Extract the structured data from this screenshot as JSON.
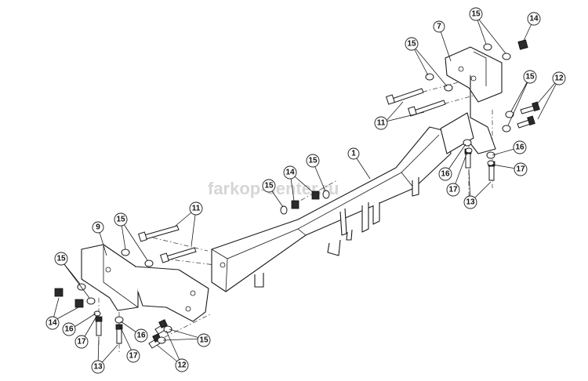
{
  "watermark": "farkop-center.ru",
  "callouts": {
    "p1": "1",
    "p7": "7",
    "p9": "9",
    "p11a": "11",
    "p11b": "11",
    "p12a": "12",
    "p12b": "12",
    "p13a": "13",
    "p13b": "13",
    "p14a": "14",
    "p14b": "14",
    "p14c": "14",
    "p15a": "15",
    "p15b": "15",
    "p15c": "15",
    "p15d": "15",
    "p15e": "15",
    "p15f": "15",
    "p15g": "15",
    "p16a": "16",
    "p16b": "16",
    "p16c": "16",
    "p17a": "17",
    "p17b": "17",
    "p17c": "17",
    "p17d": "17"
  }
}
